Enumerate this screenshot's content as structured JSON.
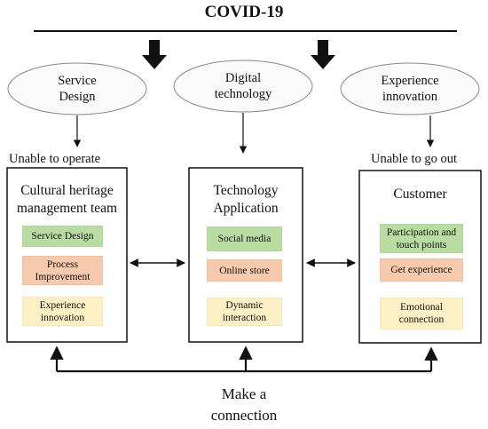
{
  "title": "COVID-19",
  "ellipses": [
    {
      "label": "Service\nDesign"
    },
    {
      "label": "Digital\ntechnology"
    },
    {
      "label": "Experience\ninnovation"
    }
  ],
  "left_note": "Unable to operate",
  "right_note": "Unable to go out",
  "boxes": [
    {
      "title": "Cultural heritage\nmanagement team",
      "items": [
        {
          "label": "Service Design",
          "color": "#b9dca3"
        },
        {
          "label": "Process\nImprovement",
          "color": "#f7c9ad"
        },
        {
          "label": "Experience\ninnovation",
          "color": "#fdf0c4"
        }
      ]
    },
    {
      "title": "Technology\nApplication",
      "items": [
        {
          "label": "Social media",
          "color": "#b9dca3"
        },
        {
          "label": "Online store",
          "color": "#f7c9ad"
        },
        {
          "label": "Dynamic\ninteraction",
          "color": "#fdf0c4"
        }
      ]
    },
    {
      "title": "Customer",
      "items": [
        {
          "label": "Participation and\ntouch points",
          "color": "#b9dca3"
        },
        {
          "label": "Get experience",
          "color": "#f7c9ad"
        },
        {
          "label": "Emotional\nconnection",
          "color": "#fdf0c4"
        }
      ]
    }
  ],
  "bottom_label": "Make a\nconnection"
}
